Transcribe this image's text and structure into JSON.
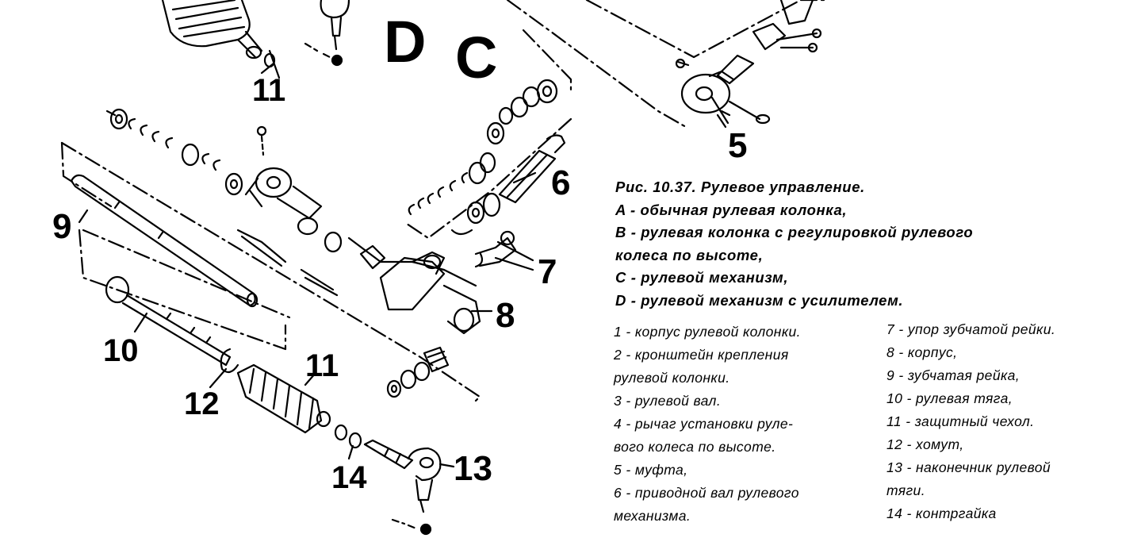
{
  "labels": {
    "section_d": "D",
    "section_c": "C",
    "p5": "5",
    "p6": "6",
    "p7": "7",
    "p8": "8",
    "p9": "9",
    "p10": "10",
    "p11_top": "11",
    "p11_bottom": "11",
    "p12": "12",
    "p13": "13",
    "p14": "14"
  },
  "caption": {
    "title": "Рис. 10.37. Рулевое управление.",
    "a": "A - обычная рулевая колонка,",
    "b1": "B - рулевая колонка с регулировкой рулевого",
    "b2": "колеса по высоте,",
    "c": "C - рулевой механизм,",
    "d": "D - рулевой механизм с усилителем."
  },
  "legend_left": [
    "1 - корпус рулевой колонки.",
    "2 - кронштейн крепления",
    "рулевой колонки.",
    "3 - рулевой вал.",
    "4 - рычаг установки руле-",
    "вого колеса по высоте.",
    "5 - муфта,",
    "6 - приводной вал рулевого",
    "механизма."
  ],
  "legend_right": [
    "7 - упор зубчатой рейки.",
    "8 - корпус,",
    "9 - зубчатая рейка,",
    "10 - рулевая тяга,",
    "11 - защитный чехол.",
    "12 - хомут,",
    "13 - наконечник рулевой",
    "тяги.",
    "14 - контргайка"
  ]
}
